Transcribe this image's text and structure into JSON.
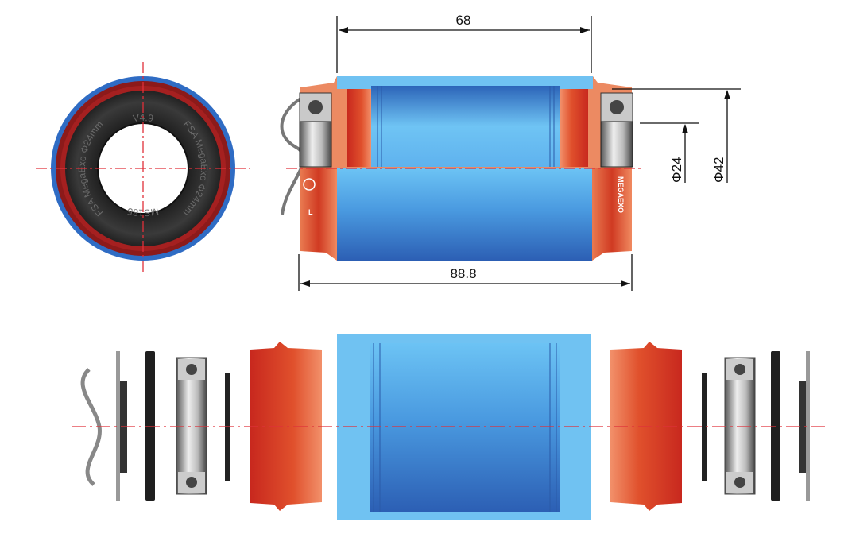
{
  "dimensions": {
    "shell_width": "68",
    "overall_width": "88.8",
    "spindle_diameter": "Φ24",
    "outer_diameter": "Φ42"
  },
  "bearing_face": {
    "version": "V4.9",
    "marking_right": "FSA MegaExo Φ24mm",
    "marking_left": "FSA MegaExo Φ24mm",
    "model": "MS185"
  },
  "cups": {
    "left_marking": "L",
    "right_marking": "MEGAEXO"
  },
  "colors": {
    "tube_light": "#6cc0f2",
    "tube_dark": "#2f63b8",
    "cup_orange": "#e4673a",
    "cup_red": "#c8281e",
    "bearing_dark": "#2d2d2d",
    "centerline": "#e0303a"
  }
}
